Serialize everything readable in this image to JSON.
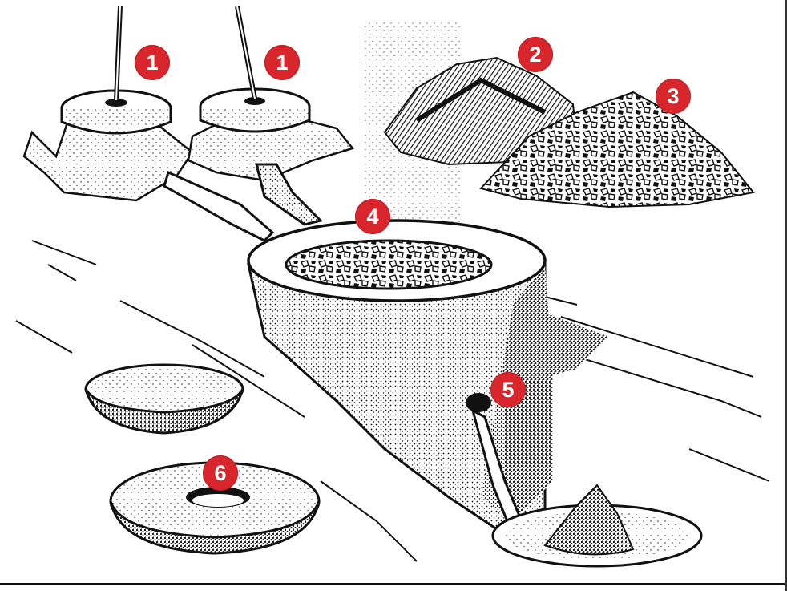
{
  "markers": [
    {
      "label": "1",
      "target": "sieve-left"
    },
    {
      "label": "1",
      "target": "sieve-right"
    },
    {
      "label": "2",
      "target": "dark-pile"
    },
    {
      "label": "3",
      "target": "granule-pile"
    },
    {
      "label": "4",
      "target": "mortar-opening"
    },
    {
      "label": "5",
      "target": "spout"
    },
    {
      "label": "6",
      "target": "millstone-ring"
    }
  ],
  "colors": {
    "marker_fill": "#d9262c",
    "marker_text": "#ffffff",
    "ink": "#111111",
    "paper": "#ffffff"
  }
}
